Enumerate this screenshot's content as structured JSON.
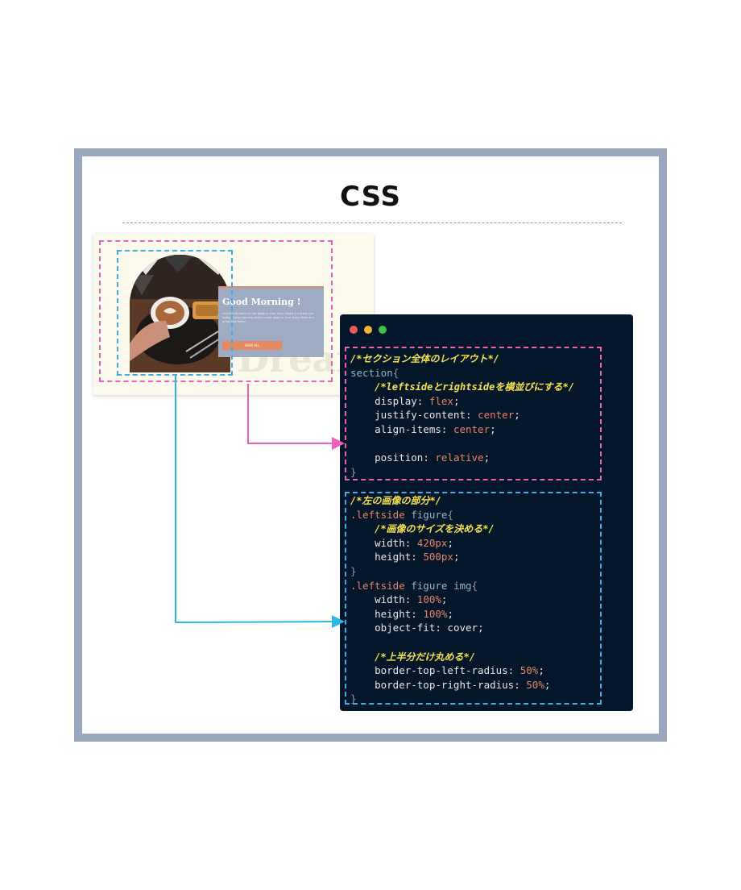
{
  "title": "CSS",
  "preview": {
    "heading": "Good Morning !",
    "body_text": "Lorem ring starts a new page in your story. Make it a great one today. Every morning starts a new page in your story. Make it a great one today.",
    "button_label": "VIEW ALL",
    "watermark": "Dream"
  },
  "code": {
    "lines": [
      [
        {
          "t": "/*セクション全体のレイアウト*/",
          "c": "cm"
        }
      ],
      [
        {
          "t": "section",
          "c": "sel"
        },
        {
          "t": "{",
          "c": "brace"
        }
      ],
      [
        {
          "t": "    "
        },
        {
          "t": "/*leftsideとrightsideを横並びにする*/",
          "c": "cm"
        }
      ],
      [
        {
          "t": "    display",
          "c": "prop"
        },
        {
          "t": ": "
        },
        {
          "t": "flex",
          "c": "val"
        },
        {
          "t": ";"
        }
      ],
      [
        {
          "t": "    justify-content",
          "c": "prop"
        },
        {
          "t": ": "
        },
        {
          "t": "center",
          "c": "val"
        },
        {
          "t": ";"
        }
      ],
      [
        {
          "t": "    align-items",
          "c": "prop"
        },
        {
          "t": ": "
        },
        {
          "t": "center",
          "c": "val"
        },
        {
          "t": ";"
        }
      ],
      [],
      [
        {
          "t": "    position",
          "c": "prop"
        },
        {
          "t": ": "
        },
        {
          "t": "relative",
          "c": "val"
        },
        {
          "t": ";"
        }
      ],
      [
        {
          "t": "}",
          "c": "brace"
        }
      ],
      [],
      [
        {
          "t": "/*左の画像の部分*/",
          "c": "cm"
        }
      ],
      [
        {
          "t": ".leftside",
          "c": "selc"
        },
        {
          "t": " figure",
          "c": "sel"
        },
        {
          "t": "{",
          "c": "brace"
        }
      ],
      [
        {
          "t": "    "
        },
        {
          "t": "/*画像のサイズを決める*/",
          "c": "cm"
        }
      ],
      [
        {
          "t": "    width",
          "c": "prop"
        },
        {
          "t": ": "
        },
        {
          "t": "420px",
          "c": "val"
        },
        {
          "t": ";"
        }
      ],
      [
        {
          "t": "    height",
          "c": "prop"
        },
        {
          "t": ": "
        },
        {
          "t": "500px",
          "c": "val"
        },
        {
          "t": ";"
        }
      ],
      [
        {
          "t": "}",
          "c": "brace"
        }
      ],
      [
        {
          "t": ".leftside",
          "c": "selc"
        },
        {
          "t": " figure img",
          "c": "sel"
        },
        {
          "t": "{",
          "c": "brace"
        }
      ],
      [
        {
          "t": "    width",
          "c": "prop"
        },
        {
          "t": ": "
        },
        {
          "t": "100%",
          "c": "val"
        },
        {
          "t": ";"
        }
      ],
      [
        {
          "t": "    height",
          "c": "prop"
        },
        {
          "t": ": "
        },
        {
          "t": "100%",
          "c": "val"
        },
        {
          "t": ";"
        }
      ],
      [
        {
          "t": "    object-fit",
          "c": "prop"
        },
        {
          "t": ": "
        },
        {
          "t": "cover",
          "c": "prop"
        },
        {
          "t": ";"
        }
      ],
      [],
      [
        {
          "t": "    "
        },
        {
          "t": "/*上半分だけ丸める*/",
          "c": "cm"
        }
      ],
      [
        {
          "t": "    border-top-left-radius",
          "c": "prop"
        },
        {
          "t": ": "
        },
        {
          "t": "50%",
          "c": "val"
        },
        {
          "t": ";"
        }
      ],
      [
        {
          "t": "    border-top-right-radius",
          "c": "prop"
        },
        {
          "t": ": "
        },
        {
          "t": "50%",
          "c": "val"
        },
        {
          "t": ";"
        }
      ],
      [
        {
          "t": "}",
          "c": "brace"
        }
      ]
    ]
  },
  "colors": {
    "frame": "#9aa7bd",
    "code_bg": "#04172a",
    "pink": "#ec62b8",
    "blue": "#3daee8",
    "comment": "#f6e24a",
    "value": "#e9826a"
  }
}
